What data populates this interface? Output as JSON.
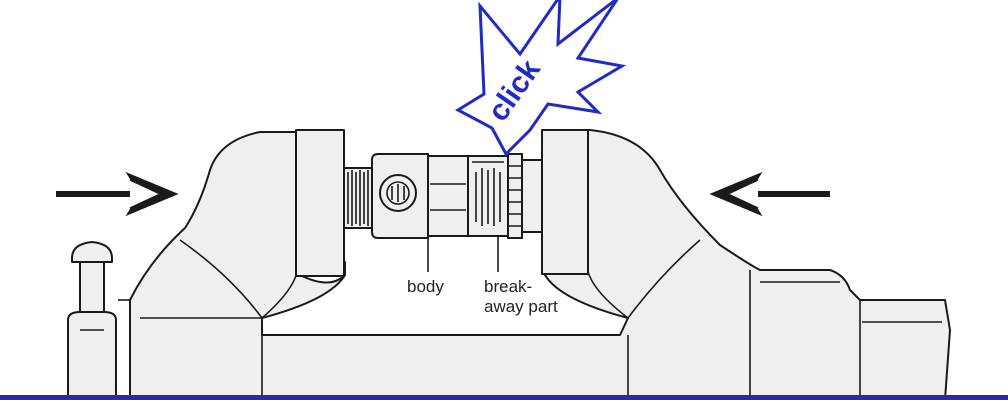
{
  "labels": {
    "click": "click",
    "body": "body",
    "breakaway_line1": "break-",
    "breakaway_line2": "away part"
  },
  "colors": {
    "accent": "#1f2bc2",
    "outline": "#1a1a1a",
    "fill": "#efefef",
    "ground": "#2a2aa8"
  },
  "icons": {
    "left_arrow": "arrow-right-icon",
    "right_arrow": "arrow-left-icon"
  }
}
